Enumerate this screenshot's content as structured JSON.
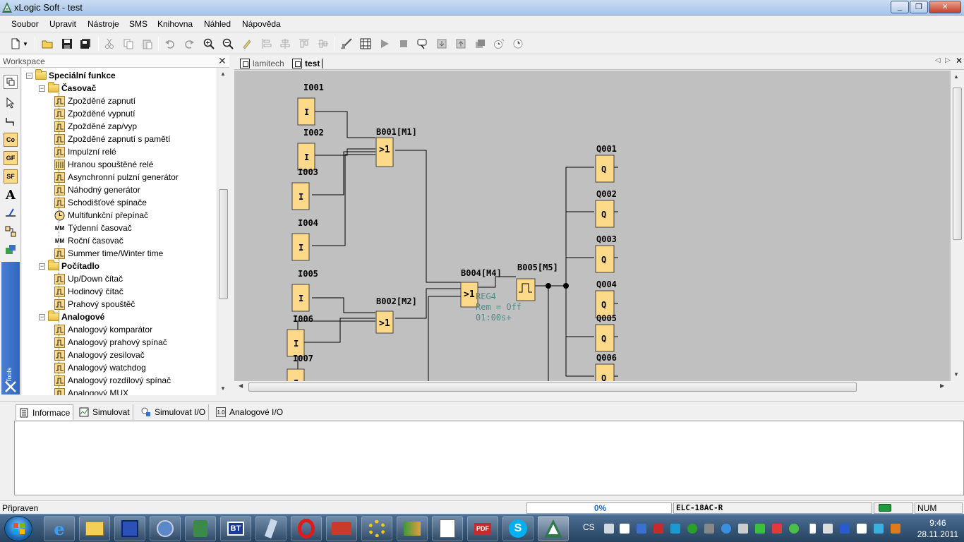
{
  "window": {
    "title": "xLogic Soft - test"
  },
  "menu": [
    "Soubor",
    "Upravit",
    "Nástroje",
    "SMS",
    "Knihovna",
    "Náhled",
    "Nápověda"
  ],
  "workspace": {
    "title": "Workspace",
    "tools_label": "Tools",
    "tree": [
      {
        "level": 0,
        "type": "folder",
        "label": "Speciální funkce",
        "bold": true
      },
      {
        "level": 1,
        "type": "folder",
        "label": "Časovač",
        "bold": true
      },
      {
        "level": 2,
        "type": "leaf",
        "label": "Zpožděné zapnutí",
        "icon": "pulse"
      },
      {
        "level": 2,
        "type": "leaf",
        "label": "Zpožděné vypnutí",
        "icon": "pulse"
      },
      {
        "level": 2,
        "type": "leaf",
        "label": "Zpožděné zap/vyp",
        "icon": "pulse"
      },
      {
        "level": 2,
        "type": "leaf",
        "label": "Zpožděné zapnutí s pamětí",
        "icon": "pulse"
      },
      {
        "level": 2,
        "type": "leaf",
        "label": "Impulzní relé",
        "icon": "pulse"
      },
      {
        "level": 2,
        "type": "leaf",
        "label": "Hranou spouštěné relé",
        "icon": "bars"
      },
      {
        "level": 2,
        "type": "leaf",
        "label": "Asynchronní pulzní generátor",
        "icon": "pulse"
      },
      {
        "level": 2,
        "type": "leaf",
        "label": "Náhodný generátor",
        "icon": "pulse"
      },
      {
        "level": 2,
        "type": "leaf",
        "label": "Schodišťové spínače",
        "icon": "pulse"
      },
      {
        "level": 2,
        "type": "leaf",
        "label": "Multifunkční přepínač",
        "icon": "clock"
      },
      {
        "level": 2,
        "type": "leaf",
        "label": "Týdenní časovač",
        "icon": "text",
        "text": "MM"
      },
      {
        "level": 2,
        "type": "leaf",
        "label": "Roční časovač",
        "icon": "text",
        "text": "MM"
      },
      {
        "level": 2,
        "type": "leaf",
        "label": "Summer time/Winter time",
        "icon": "pulse"
      },
      {
        "level": 1,
        "type": "folder",
        "label": "Počítadlo",
        "bold": true
      },
      {
        "level": 2,
        "type": "leaf",
        "label": "Up/Down čítač",
        "icon": "pulse"
      },
      {
        "level": 2,
        "type": "leaf",
        "label": "Hodinový čítač",
        "icon": "pulse"
      },
      {
        "level": 2,
        "type": "leaf",
        "label": "Prahový spouštěč",
        "icon": "pulse"
      },
      {
        "level": 1,
        "type": "folder",
        "label": "Analogové",
        "bold": true
      },
      {
        "level": 2,
        "type": "leaf",
        "label": "Analogový komparátor",
        "icon": "pulse"
      },
      {
        "level": 2,
        "type": "leaf",
        "label": "Analogový prahový spínač",
        "icon": "pulse"
      },
      {
        "level": 2,
        "type": "leaf",
        "label": "Analogový zesilovač",
        "icon": "pulse"
      },
      {
        "level": 2,
        "type": "leaf",
        "label": "Analogový watchdog",
        "icon": "pulse"
      },
      {
        "level": 2,
        "type": "leaf",
        "label": "Analogový rozdílový spínač",
        "icon": "pulse"
      },
      {
        "level": 2,
        "type": "leaf",
        "label": "Analogový MUX",
        "icon": "pulse"
      }
    ],
    "tools": [
      "Co",
      "GF",
      "SF"
    ]
  },
  "doc_tabs": [
    {
      "label": "lamitech",
      "active": false
    },
    {
      "label": "test",
      "active": true
    }
  ],
  "diagram": {
    "inputs": [
      {
        "id": "I001",
        "symbol": "I"
      },
      {
        "id": "I002",
        "symbol": "I"
      },
      {
        "id": "I003",
        "symbol": "I"
      },
      {
        "id": "I004",
        "symbol": "I"
      },
      {
        "id": "I005",
        "symbol": "I"
      },
      {
        "id": "I006",
        "symbol": "I"
      },
      {
        "id": "I007",
        "symbol": "I"
      }
    ],
    "outputs": [
      {
        "id": "Q001",
        "symbol": "Q"
      },
      {
        "id": "Q002",
        "symbol": "Q"
      },
      {
        "id": "Q003",
        "symbol": "Q"
      },
      {
        "id": "Q004",
        "symbol": "Q"
      },
      {
        "id": "Q005",
        "symbol": "Q"
      },
      {
        "id": "Q006",
        "symbol": "Q"
      }
    ],
    "blocks": [
      {
        "id": "B001[M1]",
        "symbol": ">1"
      },
      {
        "id": "B002[M2]",
        "symbol": ">1"
      },
      {
        "id": "B004[M4]",
        "symbol": ">1"
      },
      {
        "id": "B005[M5]",
        "symbol": "pulse"
      }
    ],
    "b005_info": [
      "REG4",
      "Rem = Off",
      "01:00s+"
    ],
    "colors": {
      "canvas": "#c0c0c0",
      "block": "#fdd98a",
      "info_text": "#4d8c88"
    }
  },
  "bottom_tabs": [
    {
      "label": "Informace",
      "active": true
    },
    {
      "label": "Simulovat",
      "active": false
    },
    {
      "label": "Simulovat I/O",
      "active": false
    },
    {
      "label": "Analogové I/O",
      "active": false
    }
  ],
  "status": {
    "left": "Připraven",
    "progress": "0%",
    "device": "ELC-18AC-R",
    "num": "NUM"
  },
  "taskbar": {
    "lang": "CS",
    "time": "9:46",
    "date": "28.11.2011"
  }
}
